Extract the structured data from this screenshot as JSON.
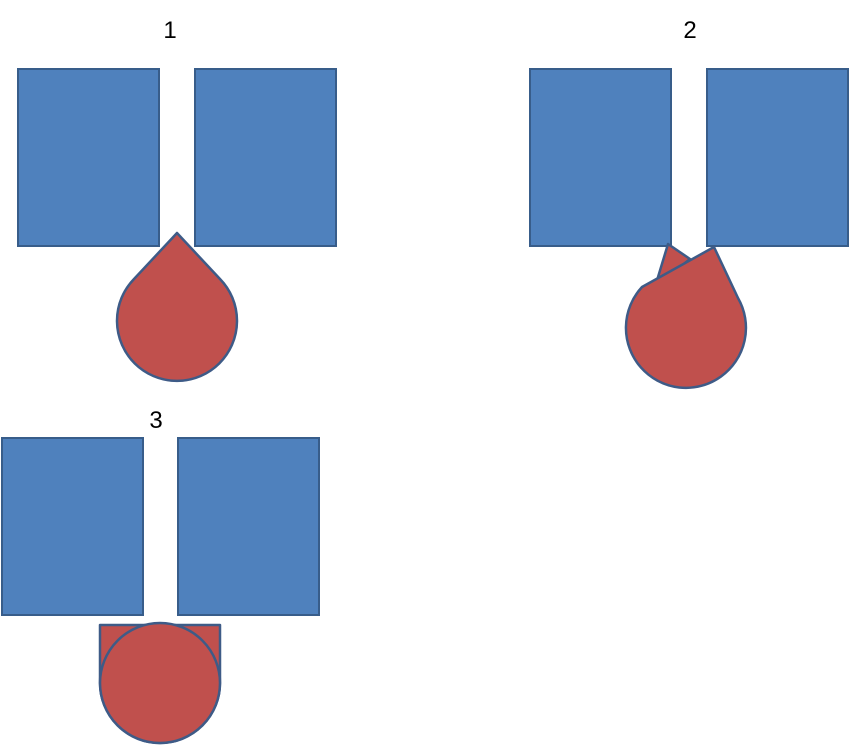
{
  "colors": {
    "block_fill": "#4f81bd",
    "block_stroke": "#385d8a",
    "drop_fill": "#c0504d",
    "drop_stroke": "#3e5b87",
    "background": "#ffffff"
  },
  "panels": [
    {
      "label": "1",
      "shape": "teardrop-point-up"
    },
    {
      "label": "2",
      "shape": "teardrop-tilted-overlap"
    },
    {
      "label": "3",
      "shape": "teardrop-square-corner-up"
    }
  ]
}
